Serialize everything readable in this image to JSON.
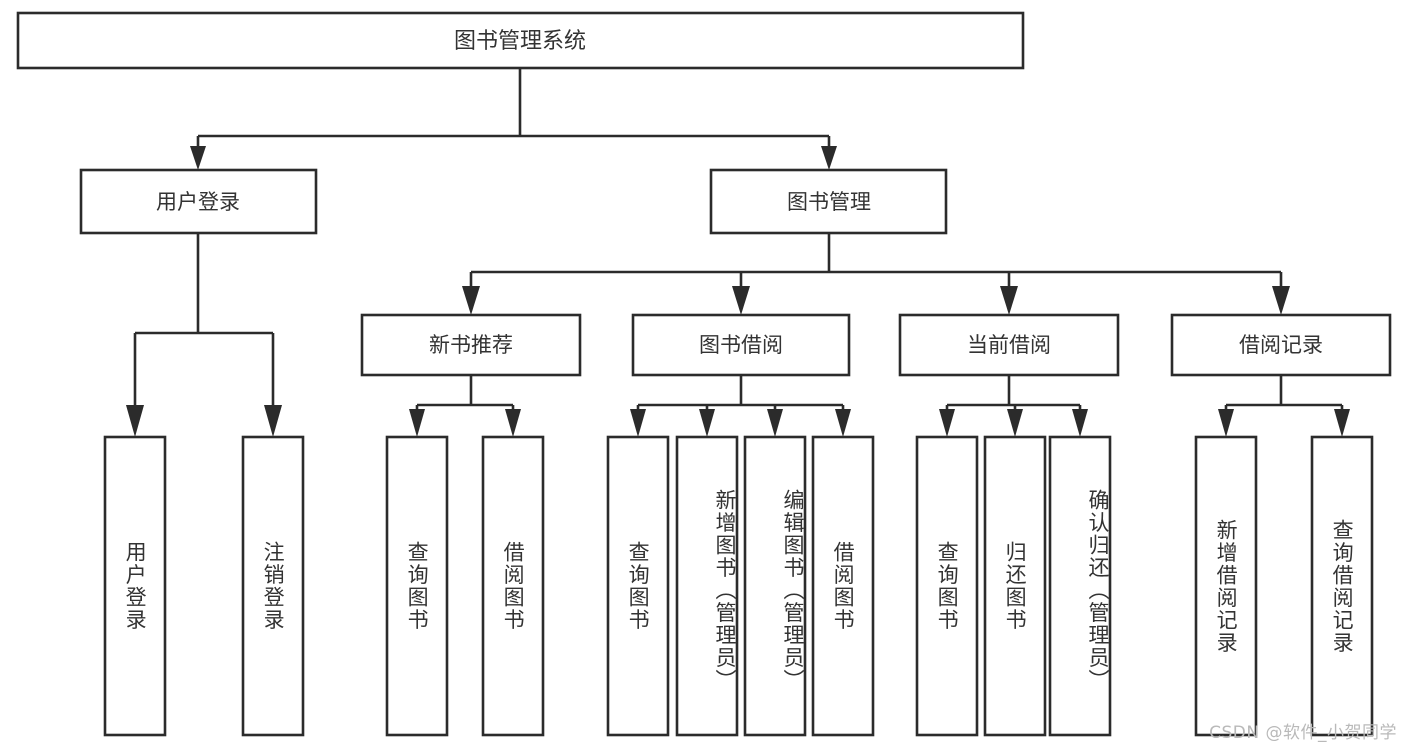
{
  "diagram": {
    "type": "tree",
    "orientation": "top-down",
    "root": {
      "id": "root",
      "label": "图书管理系统"
    },
    "level2": [
      {
        "id": "user-login",
        "label": "用户登录"
      },
      {
        "id": "book-management",
        "label": "图书管理"
      }
    ],
    "level3": [
      {
        "id": "new-book-recommend",
        "label": "新书推荐",
        "parent": "book-management"
      },
      {
        "id": "book-borrow",
        "label": "图书借阅",
        "parent": "book-management"
      },
      {
        "id": "current-borrow",
        "label": "当前借阅",
        "parent": "book-management"
      },
      {
        "id": "borrow-record",
        "label": "借阅记录",
        "parent": "book-management"
      }
    ],
    "leaves": [
      {
        "id": "leaf-user-login",
        "label": "用户登录",
        "parent": "user-login"
      },
      {
        "id": "leaf-logout",
        "label": "注销登录",
        "parent": "user-login"
      },
      {
        "id": "leaf-query-book-1",
        "label": "查询图书",
        "parent": "new-book-recommend"
      },
      {
        "id": "leaf-borrow-book-1",
        "label": "借阅图书",
        "parent": "new-book-recommend"
      },
      {
        "id": "leaf-query-book-2",
        "label": "查询图书",
        "parent": "book-borrow"
      },
      {
        "id": "leaf-add-book",
        "label": "新增图书（管理员）",
        "parent": "book-borrow"
      },
      {
        "id": "leaf-edit-book",
        "label": "编辑图书（管理员）",
        "parent": "book-borrow"
      },
      {
        "id": "leaf-borrow-book-2",
        "label": "借阅图书",
        "parent": "book-borrow"
      },
      {
        "id": "leaf-query-book-3",
        "label": "查询图书",
        "parent": "current-borrow"
      },
      {
        "id": "leaf-return-book",
        "label": "归还图书",
        "parent": "current-borrow"
      },
      {
        "id": "leaf-confirm-return",
        "label": "确认归还（管理员）",
        "parent": "current-borrow"
      },
      {
        "id": "leaf-add-record",
        "label": "新增借阅记录",
        "parent": "borrow-record"
      },
      {
        "id": "leaf-query-record",
        "label": "查询借阅记录",
        "parent": "borrow-record"
      }
    ],
    "colors": {
      "stroke": "#2b2b2b",
      "fill": "#ffffff",
      "text": "#333333",
      "watermark": "#b9b9b9"
    }
  },
  "watermark": {
    "text": "CSDN @软件_小贺同学"
  }
}
